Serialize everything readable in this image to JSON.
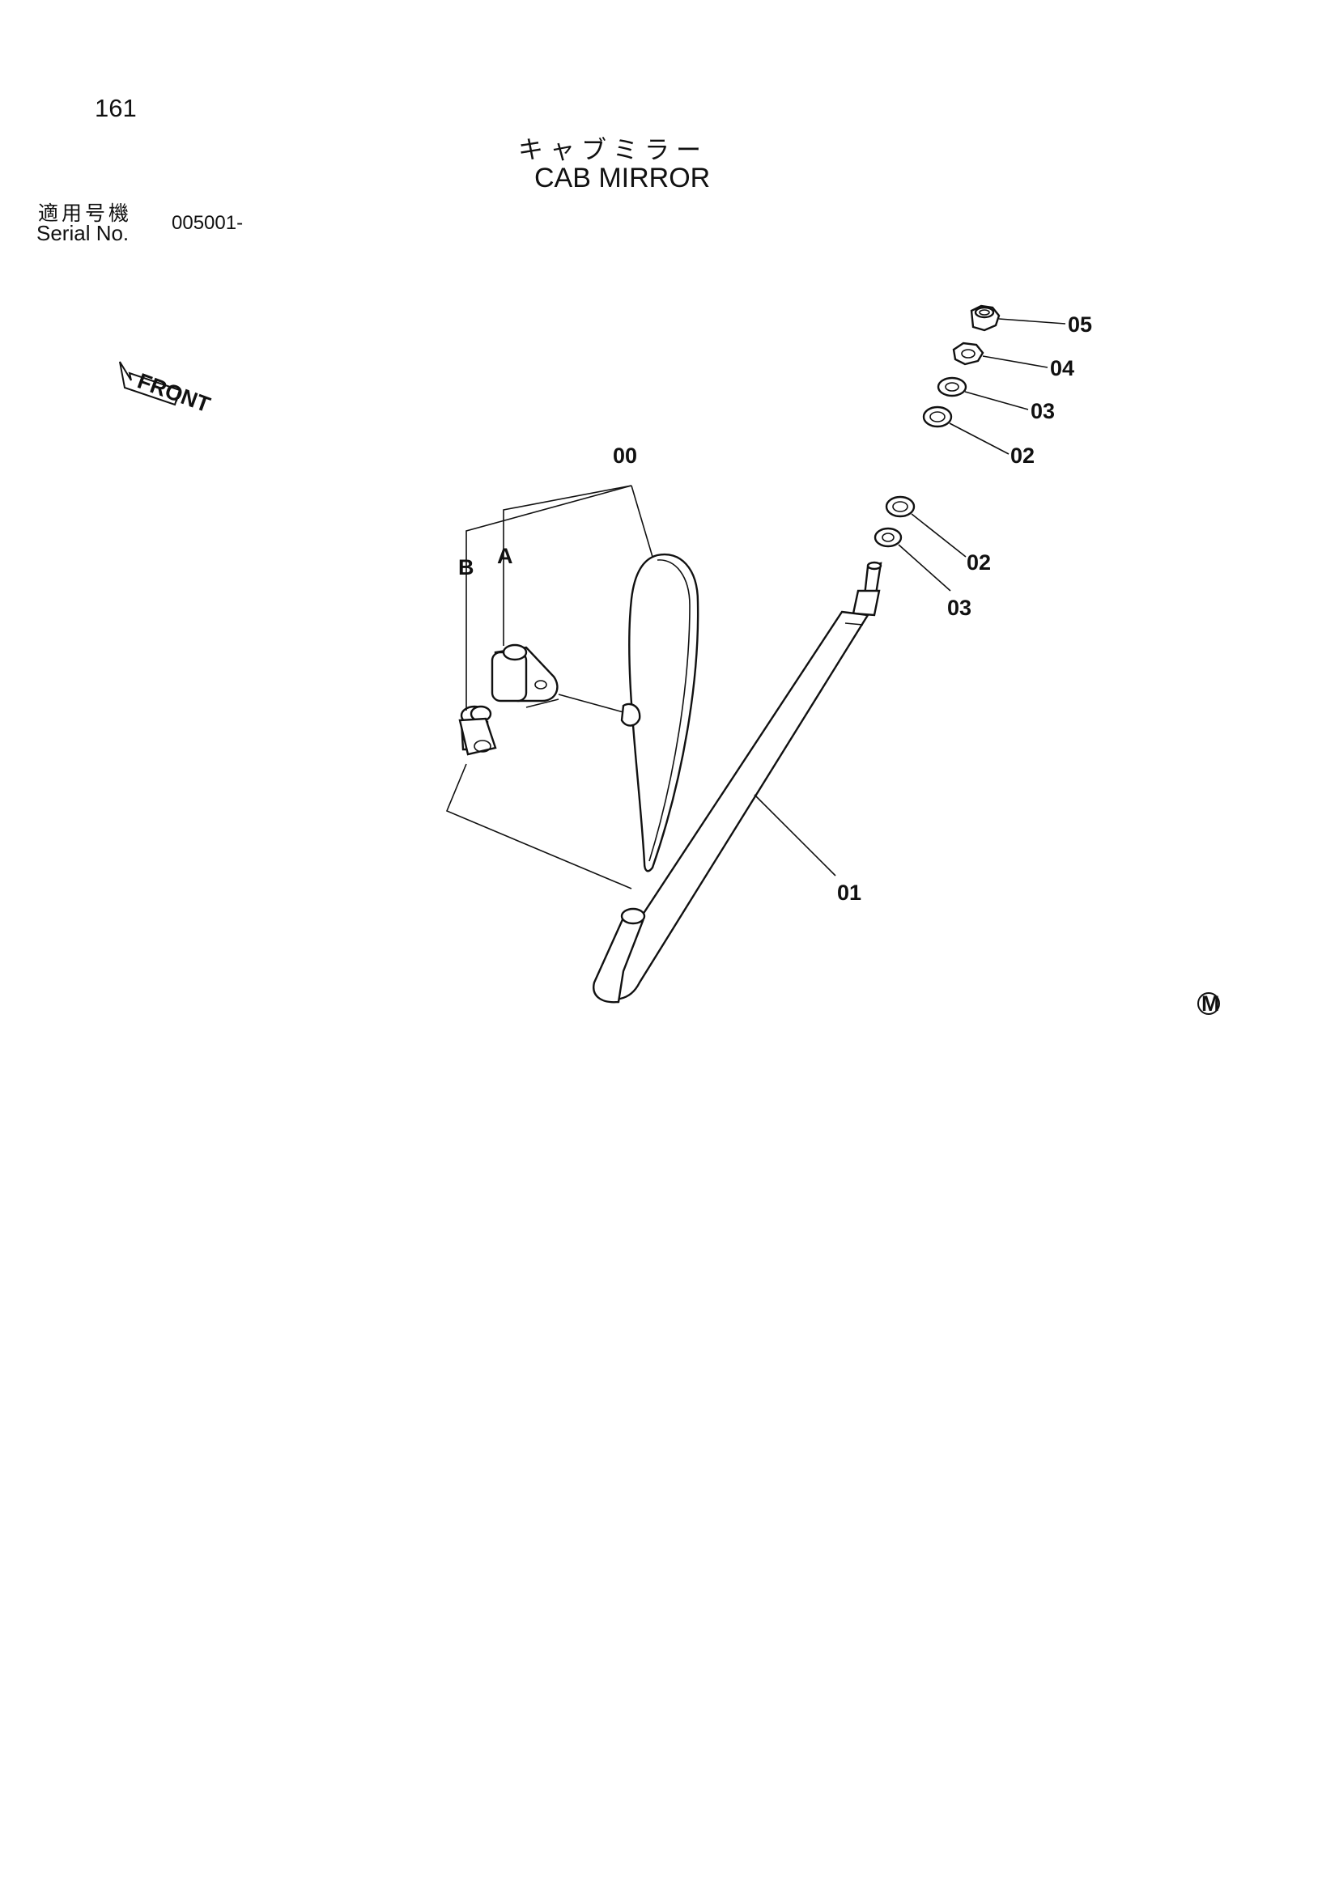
{
  "header": {
    "page_number": "161",
    "title_jp": "キャブミラー",
    "title_en": "CAB MIRROR",
    "serial_label_jp": "適用号機",
    "serial_label_en": "Serial No.",
    "serial_value": "005001-"
  },
  "front_arrow": {
    "label": "FRONT"
  },
  "callouts": {
    "c00": "00",
    "c01": "01",
    "c02_top": "02",
    "c03_top": "03",
    "c04": "04",
    "c05": "05",
    "c02_mid": "02",
    "c03_mid": "03",
    "cA": "A",
    "cB": "B"
  },
  "mark": "M"
}
